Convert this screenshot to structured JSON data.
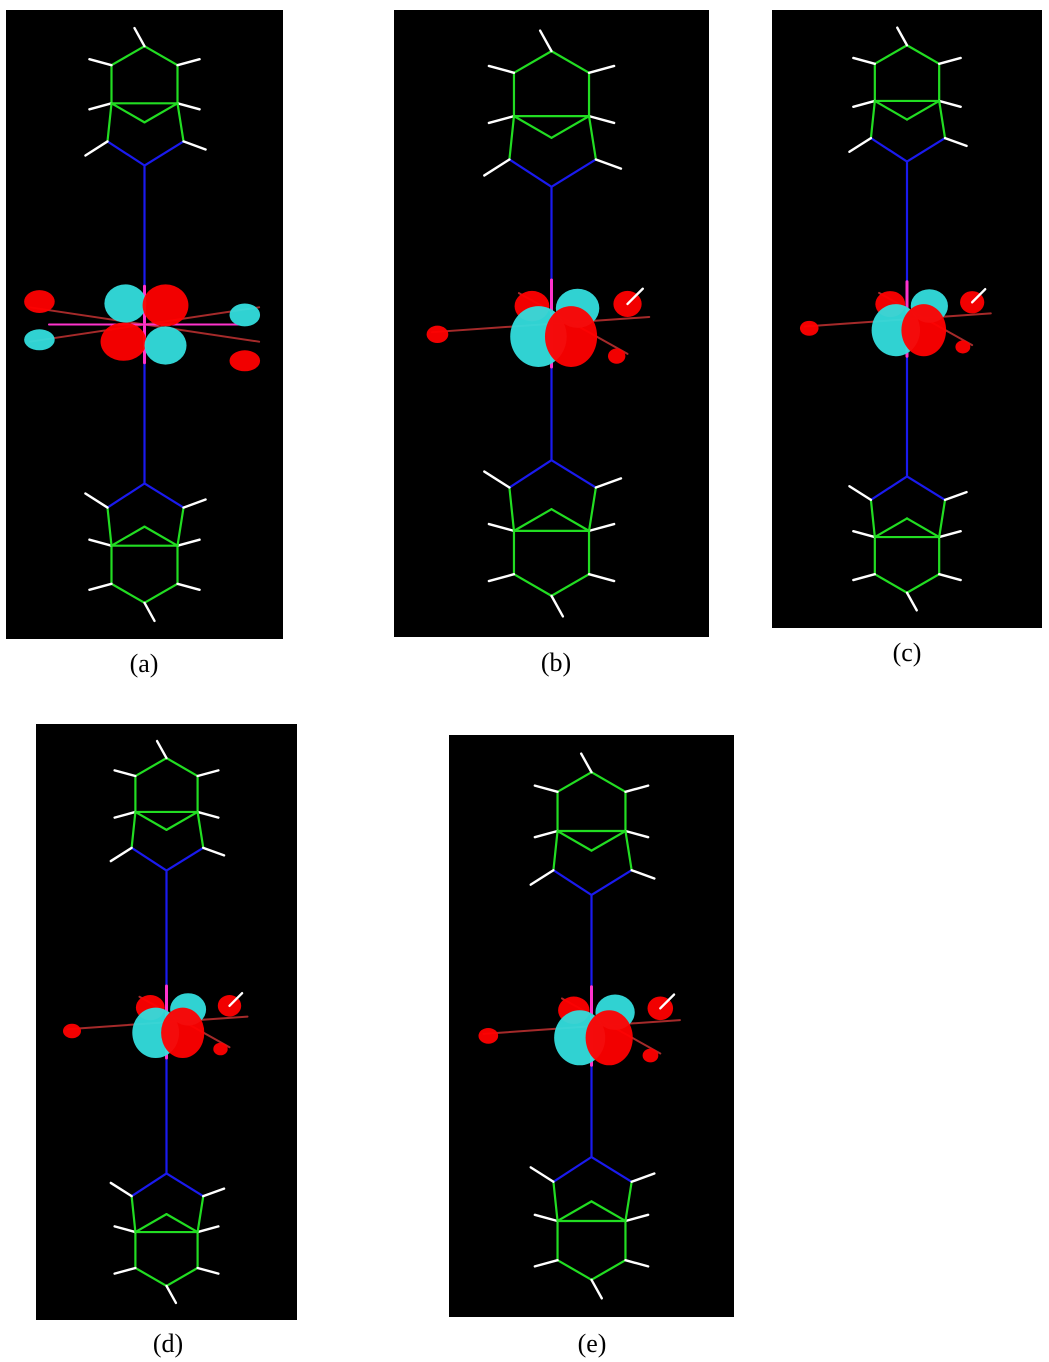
{
  "figure": {
    "panels": [
      {
        "label": "(a)",
        "view": "flat"
      },
      {
        "label": "(b)",
        "view": "standard"
      },
      {
        "label": "(c)",
        "view": "standard"
      },
      {
        "label": "(d)",
        "view": "standard"
      },
      {
        "label": "(e)",
        "view": "standard"
      }
    ],
    "colors": {
      "background": "#000000",
      "carbon_bond": "#22dd22",
      "nitrogen_bond": "#1a1aee",
      "hydrogen": "#ffffff",
      "metal_bond": "#ff33cc",
      "ligand_bond": "#a52a2a",
      "orbital_positive": "#ff0000",
      "orbital_negative": "#33dddd"
    }
  }
}
